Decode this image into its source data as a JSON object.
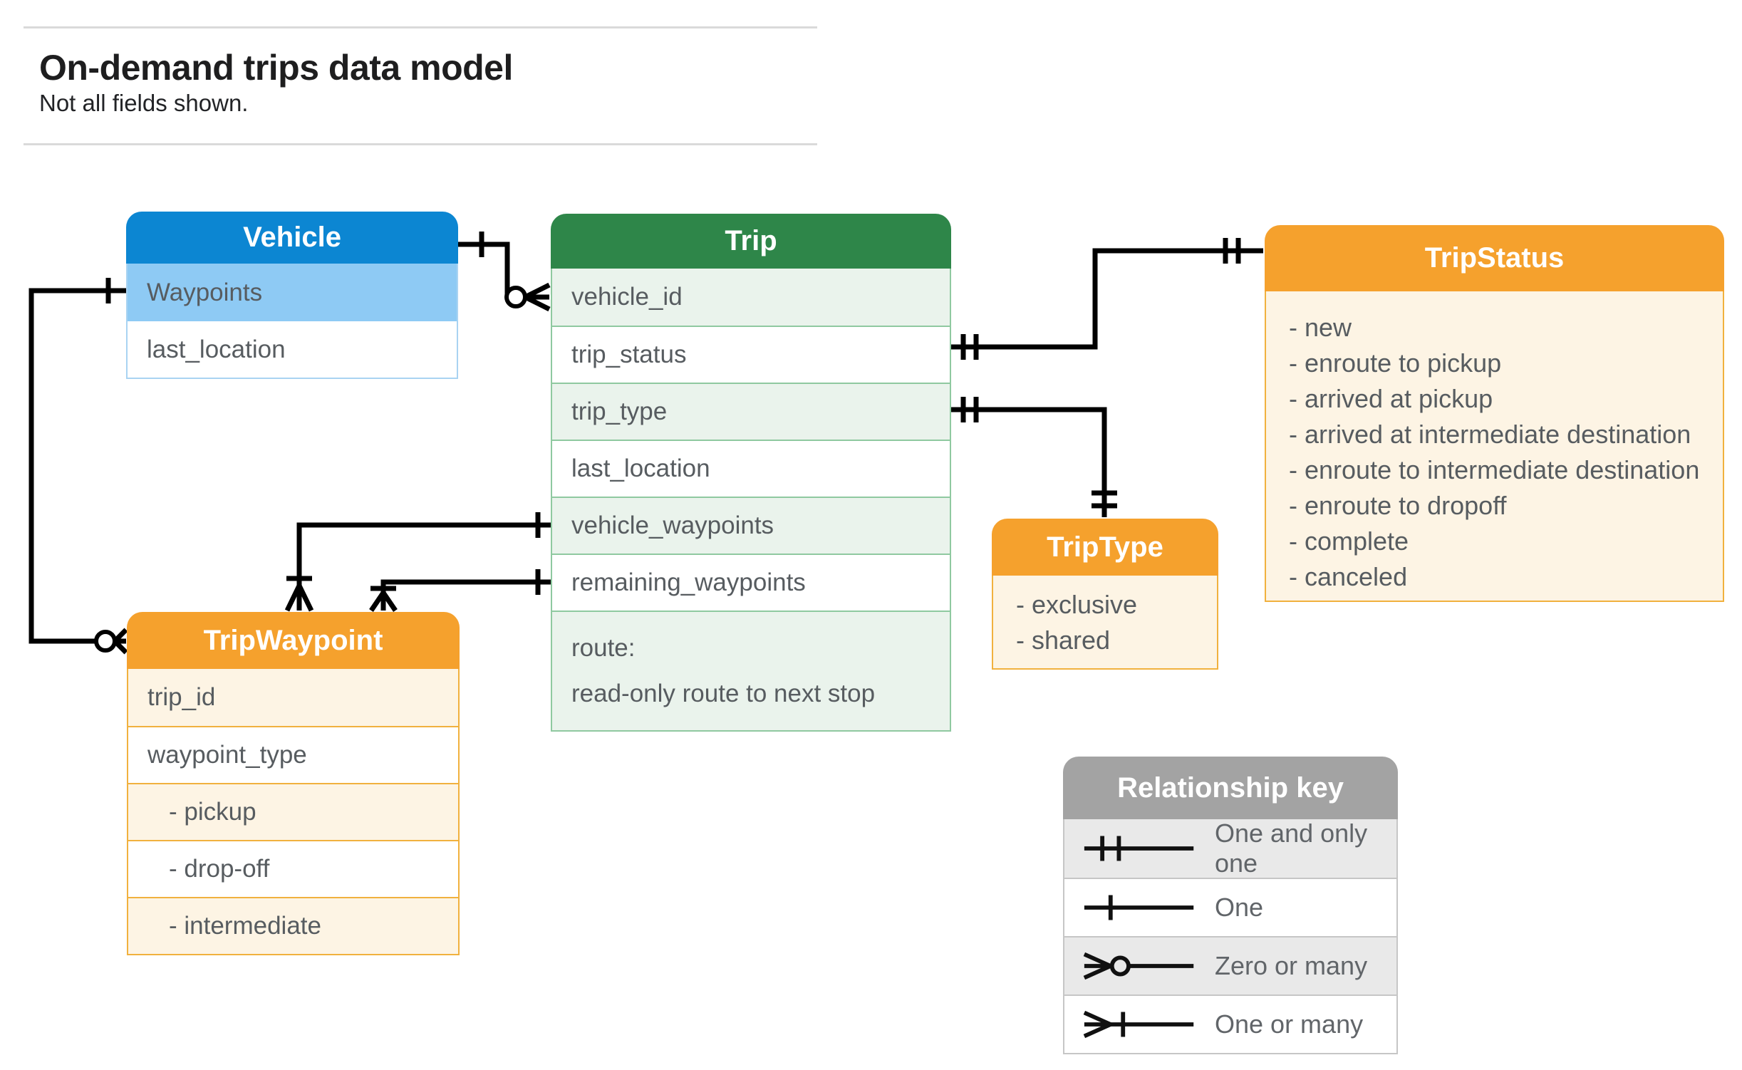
{
  "header": {
    "title": "On-demand trips data model",
    "subtitle": "Not all fields shown."
  },
  "entities": {
    "vehicle": {
      "title": "Vehicle",
      "fields": [
        "Waypoints",
        "last_location"
      ]
    },
    "trip": {
      "title": "Trip",
      "fields": [
        "vehicle_id",
        "trip_status",
        "trip_type",
        "last_location",
        "vehicle_waypoints",
        "remaining_waypoints"
      ],
      "route_field": {
        "label": "route:",
        "description": "read-only route to next stop"
      }
    },
    "trip_waypoint": {
      "title": "TripWaypoint",
      "fields": [
        "trip_id",
        "waypoint_type"
      ],
      "values": [
        "- pickup",
        "- drop-off",
        "- intermediate"
      ]
    },
    "trip_status": {
      "title": "TripStatus",
      "values": [
        "- new",
        "- enroute to pickup",
        "- arrived at pickup",
        "- arrived at intermediate destination",
        "- enroute to intermediate destination",
        "- enroute to dropoff",
        "- complete",
        "- canceled"
      ]
    },
    "trip_type": {
      "title": "TripType",
      "values": [
        "- exclusive",
        "- shared"
      ]
    }
  },
  "legend": {
    "title": "Relationship key",
    "rows": [
      {
        "symbol": "one-and-only-one",
        "label": "One and only one"
      },
      {
        "symbol": "one",
        "label": "One"
      },
      {
        "symbol": "zero-or-many",
        "label": "Zero or many"
      },
      {
        "symbol": "one-or-many",
        "label": "One or many"
      }
    ]
  },
  "colors": {
    "vehicle_header": "#0c86d2",
    "vehicle_highlight_row": "#8ecaf4",
    "trip_header": "#2e8649",
    "trip_tint_row": "#eaf3ec",
    "enum_header": "#f5a12d",
    "enum_body": "#fdf4e4",
    "legend_header": "#a3a3a3",
    "legend_tint_row": "#e9e9e9",
    "field_text": "#575c60",
    "wire": "#000000"
  }
}
